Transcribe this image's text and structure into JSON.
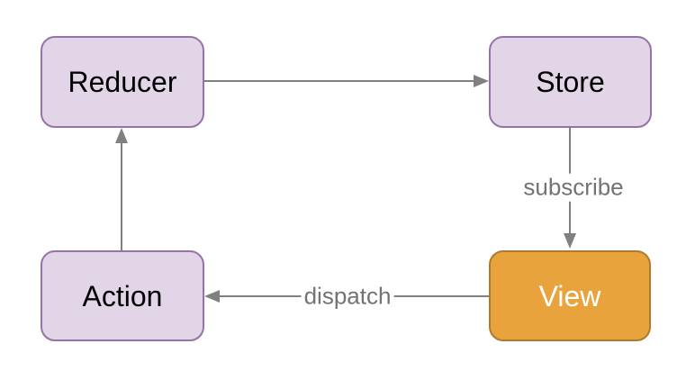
{
  "diagram": {
    "nodes": {
      "reducer": {
        "label": "Reducer"
      },
      "store": {
        "label": "Store"
      },
      "action": {
        "label": "Action"
      },
      "view": {
        "label": "View"
      }
    },
    "edges": {
      "reducer_to_store": {
        "label": ""
      },
      "store_to_view": {
        "label": "subscribe"
      },
      "view_to_action": {
        "label": "dispatch"
      },
      "action_to_reducer": {
        "label": ""
      }
    }
  },
  "colors": {
    "background": "#FFFFFF",
    "node_fill_purple": "#E1D5E7",
    "node_border_purple": "#9673A6",
    "node_fill_orange": "#E8A33D",
    "node_border_orange": "#AE7A2F",
    "node_text_dark": "#000000",
    "node_text_light": "#FFFFFF",
    "edge_line": "#808080",
    "edge_label_text": "#737373"
  }
}
